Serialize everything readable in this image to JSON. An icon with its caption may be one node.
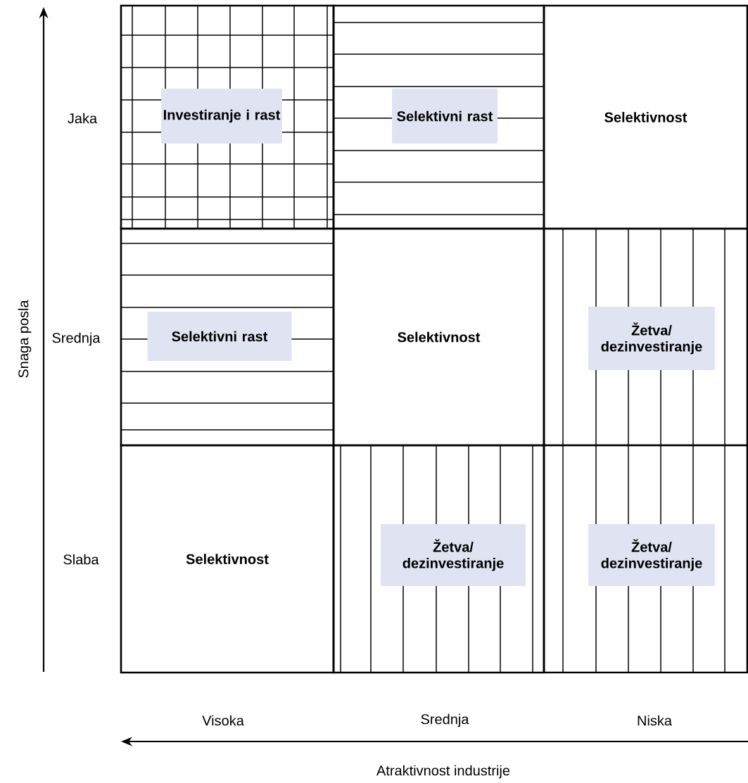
{
  "diagram": {
    "nodes": [
      {
        "text": [
          "Investiranje i rast"
        ]
      },
      {
        "text": [
          "Selektivni rast"
        ]
      },
      {
        "text": [
          "Selektivnost"
        ]
      },
      {
        "text": [
          "Selektivni rast"
        ]
      },
      {
        "text": [
          "Selektivnost"
        ]
      },
      {
        "text": [
          "Žetva/ dezinvestiranje"
        ]
      },
      {
        "text": [
          "Selektivnost"
        ]
      },
      {
        "text": [
          "Žetva/ dezinvestiranje"
        ]
      },
      {
        "text": [
          "Žetva/ dezinvestiranje"
        ]
      }
    ],
    "labels": [
      "Jaka",
      "Srednja",
      "Slaba",
      "Snaga posla",
      "Visoka",
      "Srednja",
      "Niska",
      "Atraktivnost industrije"
    ]
  }
}
